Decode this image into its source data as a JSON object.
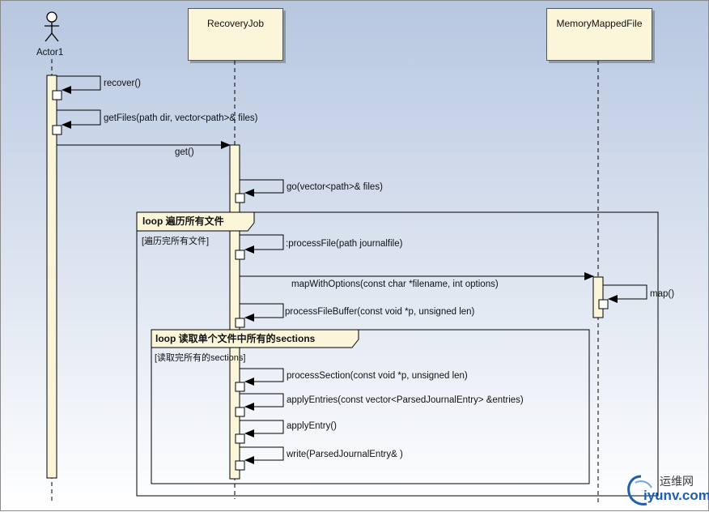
{
  "actors": [
    {
      "name": "Actor1"
    }
  ],
  "lifelines": [
    {
      "name": "RecoveryJob"
    },
    {
      "name": "MemoryMappedFile"
    }
  ],
  "messages": {
    "recover": "recover()",
    "getFiles": "getFiles(path dir, vector<path>& files)",
    "get": "get()",
    "go": "go(vector<path>& files)",
    "processFile": ":processFile(path journalfile)",
    "mapWithOptions": "mapWithOptions(const char *filename, int options)",
    "map": "map()",
    "processFileBuffer": "processFileBuffer(const void *p, unsigned len)",
    "processSection": "processSection(const void *p, unsigned len)",
    "applyEntries": "applyEntries(const vector<ParsedJournalEntry> &entries)",
    "applyEntry": "applyEntry()",
    "write": "write(ParsedJournalEntry& )"
  },
  "frames": {
    "outer": {
      "tag": "loop 遍历所有文件",
      "guard": "[遍历完所有文件]"
    },
    "inner": {
      "tag": "loop 读取单个文件中所有的sections",
      "guard": "[读取完所有的sections]"
    }
  },
  "watermark": {
    "cn": "运维网",
    "en": "iyunv.com"
  },
  "colors": {
    "lifeline_fill": "#fbf5d9",
    "frame_tag_fill": "#fbf5d9",
    "line": "#000000"
  }
}
